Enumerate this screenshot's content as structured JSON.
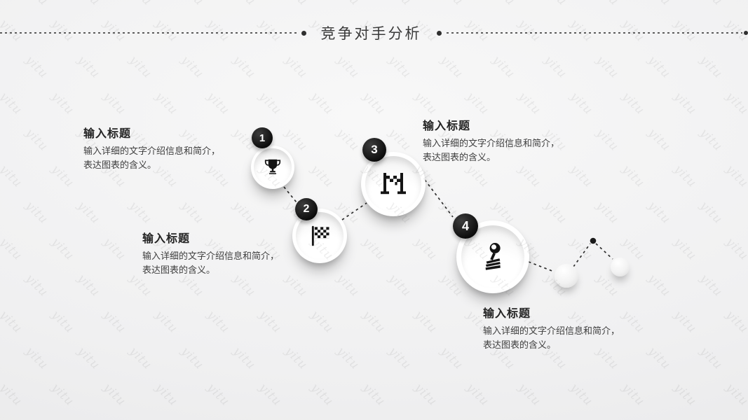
{
  "slide": {
    "title": "竞争对手分析",
    "watermark_text": "yitu"
  },
  "steps": [
    {
      "number": "1",
      "icon": "trophy-icon",
      "title": "输入标题",
      "desc_line1": "输入详细的文字介绍信息和简介，",
      "desc_line2": "表达图表的含义。"
    },
    {
      "number": "2",
      "icon": "checkered-flag-icon",
      "title": "输入标题",
      "desc_line1": "输入详细的文字介绍信息和简介，",
      "desc_line2": "表达图表的含义。"
    },
    {
      "number": "3",
      "icon": "finish-gate-icon",
      "title": "输入标题",
      "desc_line1": "输入详细的文字介绍信息和简介，",
      "desc_line2": "表达图表的含义。"
    },
    {
      "number": "4",
      "icon": "joystick-icon",
      "title": "输入标题",
      "desc_line1": "输入详细的文字介绍信息和简介，",
      "desc_line2": "表达图表的含义。"
    }
  ],
  "colors": {
    "background": "#efefef",
    "accent_black": "#1a1a1a",
    "circle_white": "#ffffff",
    "text_body": "#3f3f3f",
    "dash_gray": "#5c5c5c"
  }
}
